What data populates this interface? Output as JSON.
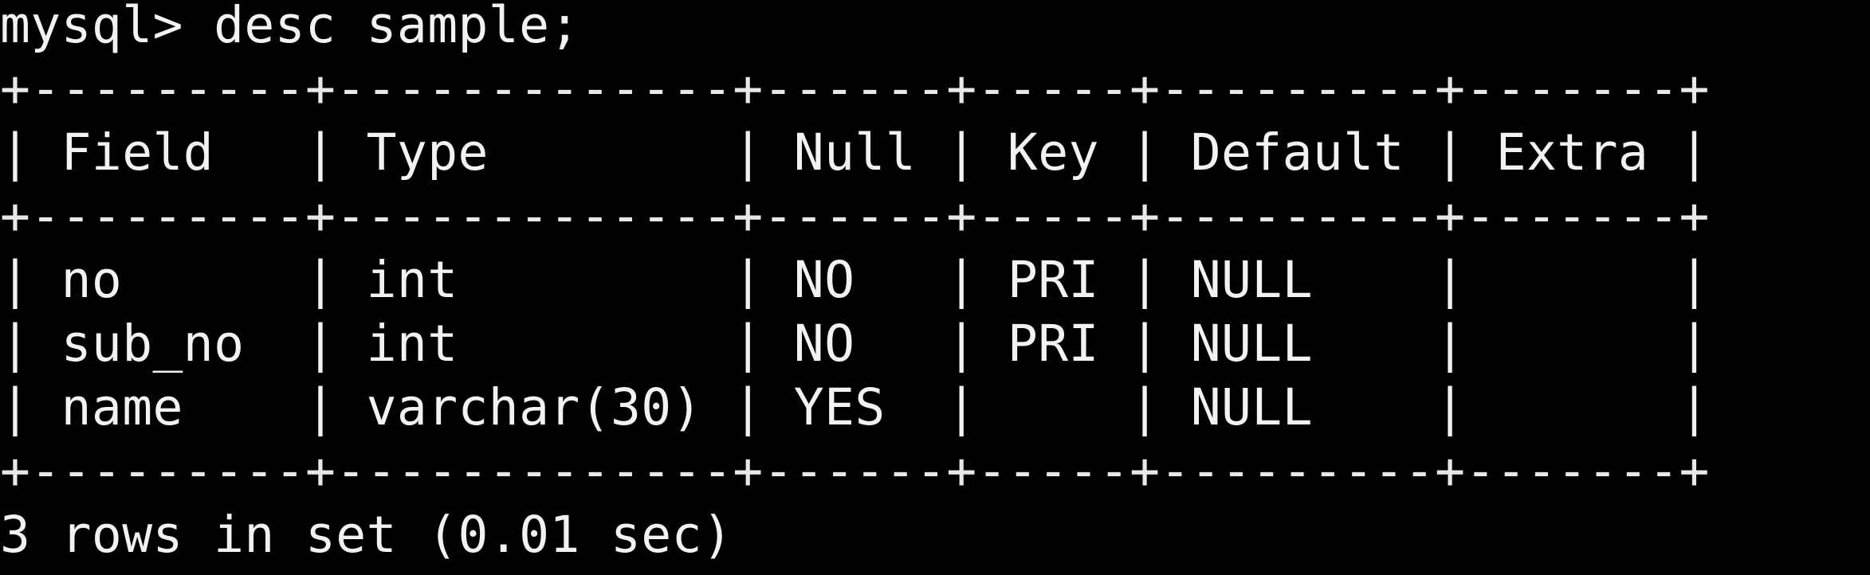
{
  "terminal": {
    "background_color": "#000000",
    "text_color": "#f2f2f2",
    "prompt": "mysql>",
    "command": "desc sample;",
    "prompt_line": "mysql> desc sample;",
    "footer": "3 rows in set (0.01 sec)",
    "row_count": 3,
    "elapsed": "0.01 sec"
  },
  "table": {
    "border_top": "+---------+-------------+------+-----+---------+-------+",
    "border_mid": "+---------+-------------+------+-----+---------+-------+",
    "border_bottom": "+---------+-------------+------+-----+---------+-------+",
    "header_line": "| Field   | Type        | Null | Key | Default | Extra |",
    "row_lines": [
      "| no      | int         | NO   | PRI | NULL    |       |",
      "| sub_no  | int         | NO   | PRI | NULL    |       |",
      "| name    | varchar(30) | YES  |     | NULL    |       |"
    ],
    "headers": [
      "Field",
      "Type",
      "Null",
      "Key",
      "Default",
      "Extra"
    ],
    "rows": [
      {
        "Field": "no",
        "Type": "int",
        "Null": "NO",
        "Key": "PRI",
        "Default": "NULL",
        "Extra": ""
      },
      {
        "Field": "sub_no",
        "Type": "int",
        "Null": "NO",
        "Key": "PRI",
        "Default": "NULL",
        "Extra": ""
      },
      {
        "Field": "name",
        "Type": "varchar(30)",
        "Null": "YES",
        "Key": "",
        "Default": "NULL",
        "Extra": ""
      }
    ]
  }
}
